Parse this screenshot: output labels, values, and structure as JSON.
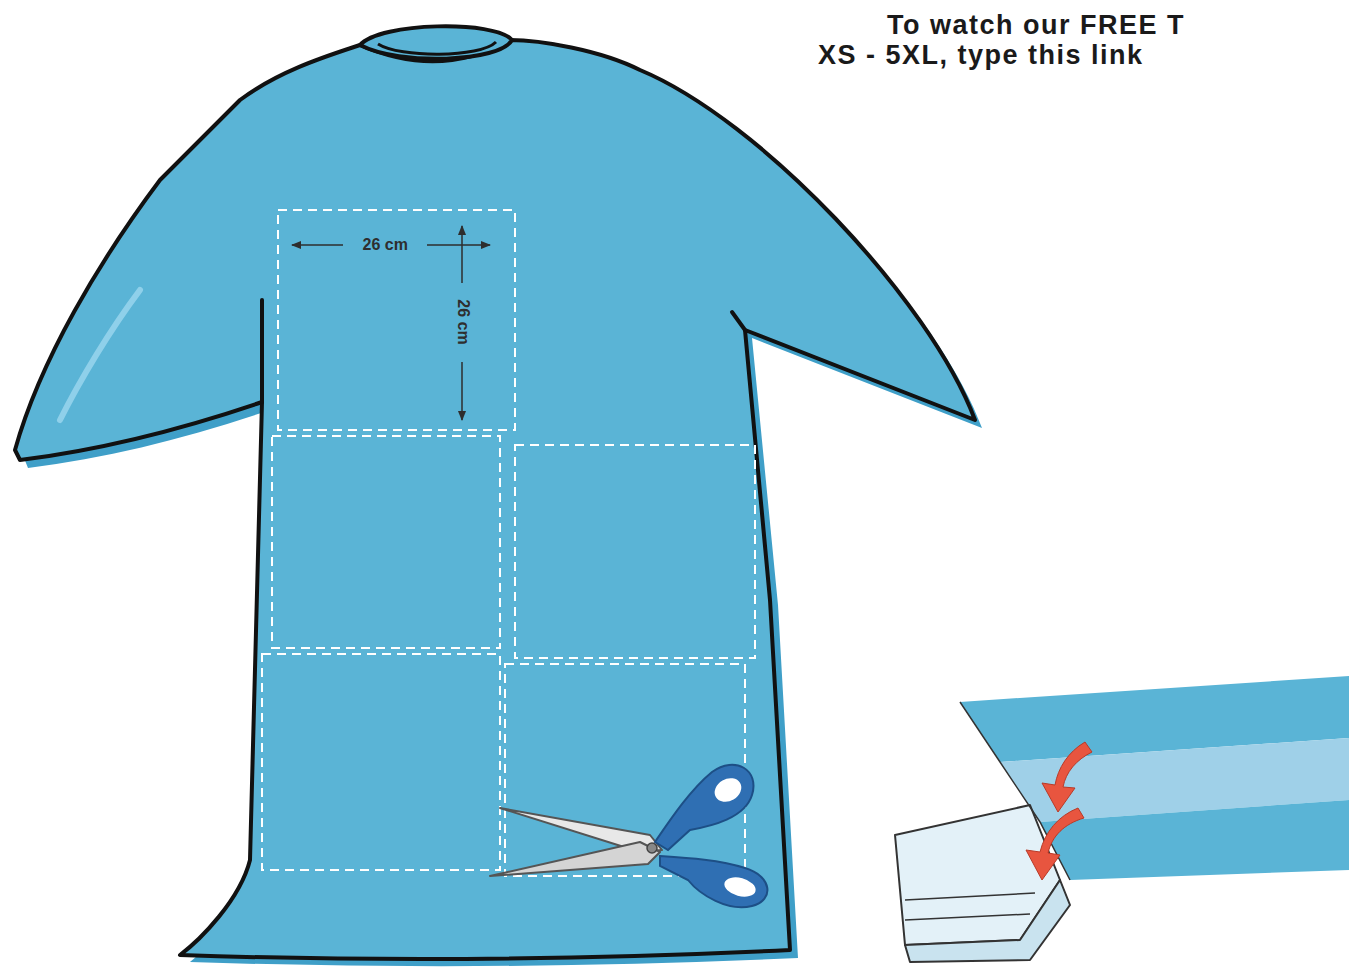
{
  "diagram": {
    "labels": [
      "To watch our FREE T",
      "XS - 5XL, type this link",
      "26 cm",
      "26 cm"
    ]
  }
}
